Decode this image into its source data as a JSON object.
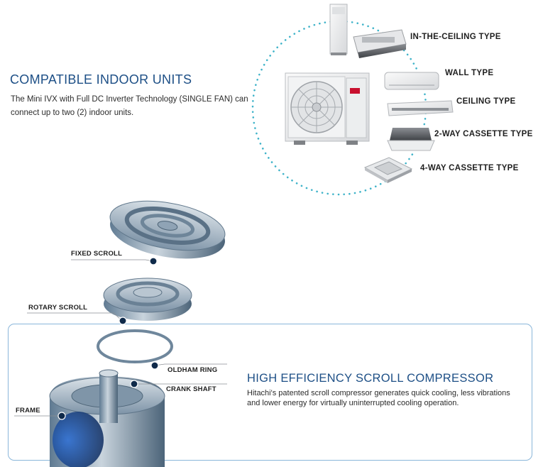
{
  "compatible": {
    "title": "COMPATIBLE INDOOR UNITS",
    "description": "The Mini IVX with Full DC Inverter Technology (SINGLE FAN) can connect up to two (2) indoor units."
  },
  "indoor_units": [
    {
      "label": "IN-THE-CEILING TYPE"
    },
    {
      "label": "WALL TYPE"
    },
    {
      "label": "CEILING TYPE"
    },
    {
      "label": "2-WAY CASSETTE TYPE"
    },
    {
      "label": "4-WAY CASSETTE TYPE"
    }
  ],
  "scroll_parts": [
    {
      "label": "FIXED SCROLL"
    },
    {
      "label": "ROTARY SCROLL"
    },
    {
      "label": "OLDHAM RING"
    },
    {
      "label": "CRANK SHAFT"
    },
    {
      "label": "FRAME"
    }
  ],
  "compressor": {
    "title": "HIGH EFFICIENCY SCROLL COMPRESSOR",
    "description": "Hitachi's patented scroll compressor generates quick cooling, less vibrations and lower energy for virtually uninterrupted cooling operation."
  },
  "colors": {
    "heading": "#1d4f86",
    "dotted_circle": "#3fb3c9",
    "card_border": "#8ab6da",
    "callout_dot": "#0f2a4a"
  }
}
